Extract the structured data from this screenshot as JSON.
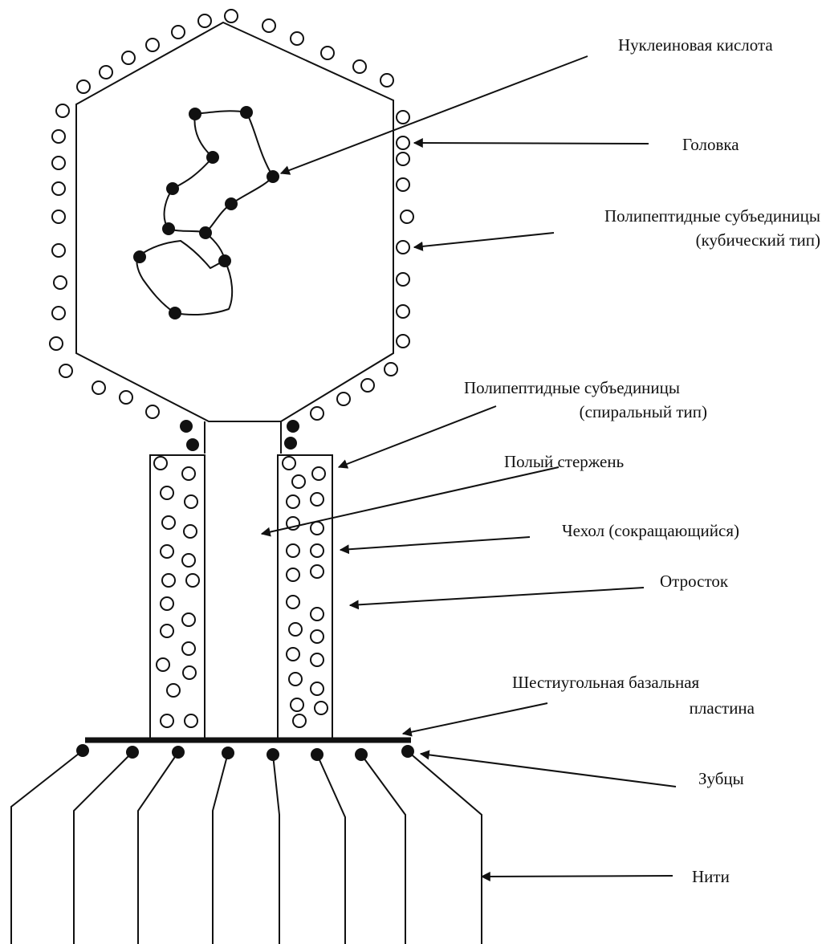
{
  "labels": {
    "nucleic_acid": "Нуклеиновая кислота",
    "head": "Головка",
    "subunits_cubic_1": "Полипептидные субъединицы",
    "subunits_cubic_2": "(кубический тип)",
    "subunits_spiral_1": "Полипептидные субъединицы",
    "subunits_spiral_2": "(спиральный тип)",
    "hollow_rod": "Полый стержень",
    "sheath": "Чехол (сокращающийся)",
    "tail": "Отросток",
    "base_plate_1": "Шестиугольная базальная",
    "base_plate_2": "пластина",
    "spikes": "Зубцы",
    "fibers": "Нити"
  },
  "colors": {
    "ink": "#111111",
    "paper": "#ffffff"
  }
}
